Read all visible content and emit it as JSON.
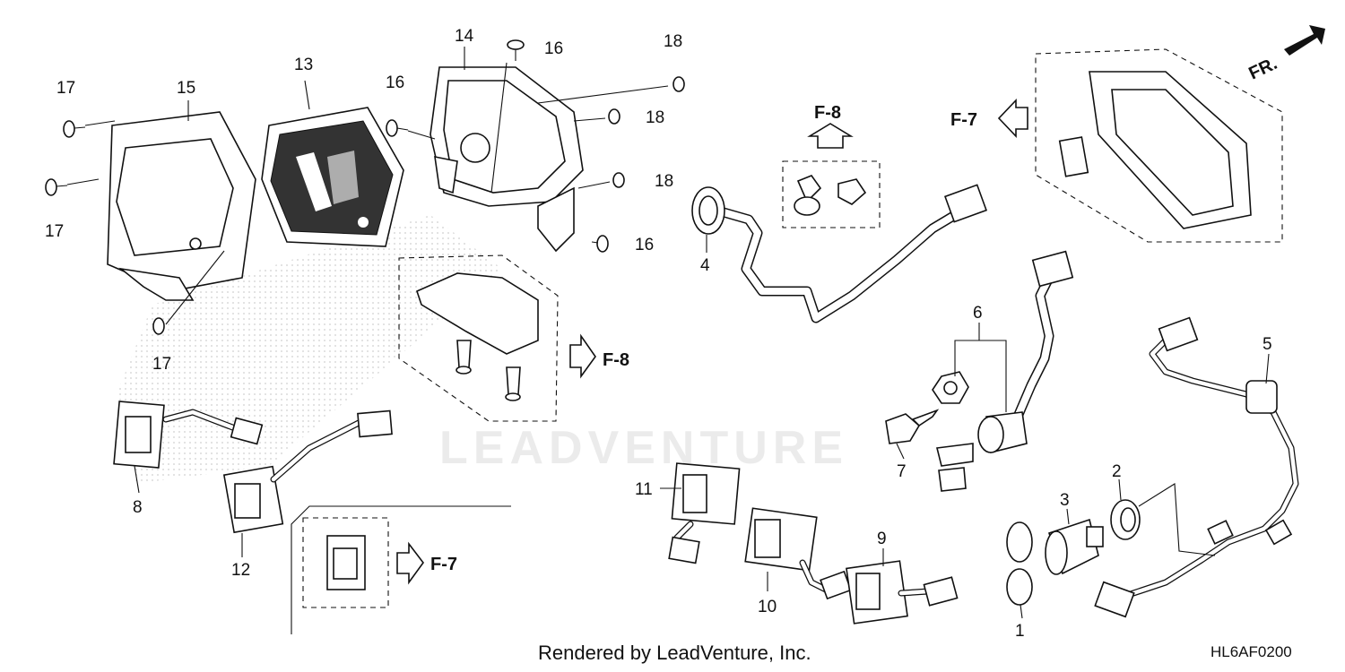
{
  "callouts": {
    "c1": "1",
    "c2": "2",
    "c3": "3",
    "c4": "4",
    "c5": "5",
    "c6": "6",
    "c7": "7",
    "c8": "8",
    "c9": "9",
    "c10": "10",
    "c11": "11",
    "c12": "12",
    "c13": "13",
    "c14": "14",
    "c15": "15",
    "c16a": "16",
    "c16b": "16",
    "c16c": "16",
    "c17a": "17",
    "c17b": "17",
    "c17c": "17",
    "c18a": "18",
    "c18b": "18",
    "c18c": "18"
  },
  "refs": {
    "f8_top": "F-8",
    "f7_top": "F-7",
    "f8_mid": "F-8",
    "f7_bottom": "F-7",
    "front": "FR."
  },
  "watermark": "LEADVENTURE",
  "footer": {
    "credit": "Rendered by LeadVenture, Inc.",
    "diagram_code": "HL6AF0200"
  }
}
